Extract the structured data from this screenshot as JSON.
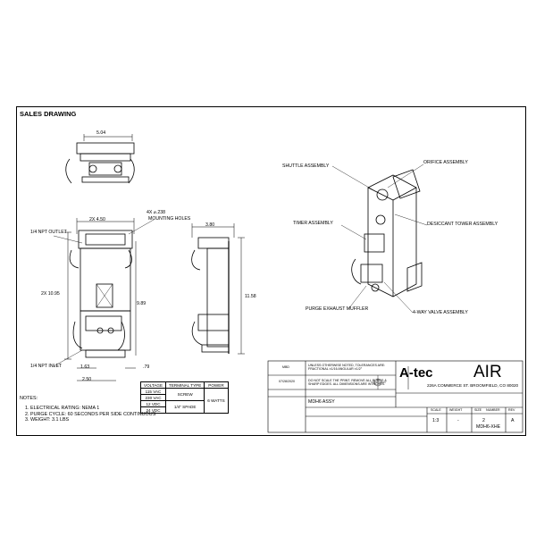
{
  "title": "SALES DRAWING",
  "top_view": {
    "width_dim": "5.04"
  },
  "front_view": {
    "dim_width": "2X 4.50",
    "dim_height": "2X 10.95",
    "dim_mid": "9.89",
    "dim_bottom_a": "1.63",
    "dim_bottom_b": "2.50",
    "dim_offset": ".79",
    "holes": "4X ⌀.238",
    "holes2": "MOUNTING HOLES",
    "outlet": "1/4 NPT OUTLET",
    "inlet": "1/4 NPT INLET"
  },
  "side_view": {
    "dim_width": "3.80",
    "dim_height": "11.58"
  },
  "iso_labels": {
    "shuttle": "SHUTTLE ASSEMBLY",
    "orifice": "ORIFICE ASSEMBLY",
    "timer": "TIMER ASSEMBLY",
    "desiccant": "DESICCANT TOWER ASSEMBLY",
    "purge": "PURGE EXHAUST MUFFLER",
    "valve": "4-WAY VALVE ASSEMBLY"
  },
  "voltage_table": {
    "headers": [
      "VOLTAGE",
      "TERMINAL TYPE",
      "POWER"
    ],
    "voltages": [
      "115 VAC",
      "230 VAC",
      "12 VDC",
      "24 VDC"
    ],
    "terminals": [
      "SCREW",
      "1/4\" SPADE"
    ],
    "power": "6 WATTS"
  },
  "notes": {
    "heading": "NOTES:",
    "items": [
      "ELECTRICAL RATING: NEMA 1",
      "PURGE CYCLE: 60 SECONDS PER SIDE CONTINUOUS",
      "WEIGHT: 3.1 LBS"
    ]
  },
  "title_block": {
    "drawn": "MBD",
    "date": "07/28/2020",
    "tolerance": "UNLESS OTHERWISE NOTED, TOLERANCES ARE: FRACTIONAL ±1/16  ANGULAR ±1/2°",
    "notes_small": "DO NOT SCALE THE PRINT. REMOVE ALL BURRS & SHARP EDGES. ALL DIMENSIONS ARE IN INCHES.",
    "company": "A-tec",
    "company2": "AIR",
    "address": "226A COMMERCE ST. BROOMFIELD, CO 80020",
    "part_title": "MDH6 ASSY",
    "scale_label": "SCALE",
    "scale": "1:3",
    "weight_label": "WEIGHT",
    "weight": "-",
    "size_label": "SIZE",
    "size": "2",
    "number_label": "NUMBER",
    "number": "MDH6-XHE",
    "rev_label": "REV",
    "rev": "A"
  },
  "colors": {
    "line": "#000000",
    "paper": "#ffffff"
  }
}
